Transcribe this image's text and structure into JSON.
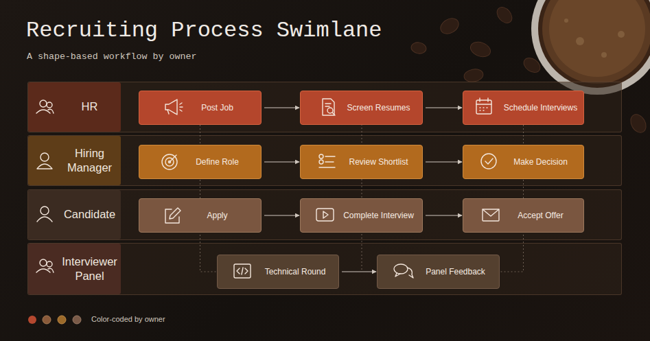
{
  "diagram": {
    "title": "Recruiting Process Swimlane",
    "caption": "A shape-based workflow by owner",
    "nodes": [
      {
        "text": [
          "HR"
        ]
      },
      {
        "text": [
          "Post Job"
        ],
        "in": 0
      },
      {
        "text": [
          "Screen Resumes"
        ],
        "in": 0
      },
      {
        "text": [
          "Schedule Interviews"
        ],
        "in": 0
      },
      {
        "text": [
          "Hiring Manager"
        ]
      },
      {
        "text": [
          "Define Role"
        ],
        "in": 4
      },
      {
        "text": [
          "Review Shortlist"
        ],
        "in": 4
      },
      {
        "text": [
          "Make Decision"
        ],
        "in": 4
      },
      {
        "text": [
          "Candidate"
        ]
      },
      {
        "text": [
          "Apply"
        ],
        "in": 8
      },
      {
        "text": [
          "Complete Interview"
        ],
        "in": 8
      },
      {
        "text": [
          "Accept Offer"
        ],
        "in": 8
      },
      {
        "text": [
          "Interviewer Panel"
        ]
      },
      {
        "text": [
          "Technical Round"
        ],
        "in": 12
      },
      {
        "text": [
          "Panel Feedback"
        ],
        "in": 12
      }
    ],
    "edges": [
      {
        "from": 1,
        "to": 2,
        "arrow": "to"
      },
      {
        "from": 2,
        "to": 3,
        "arrow": "to"
      },
      {
        "from": 5,
        "to": 6,
        "arrow": "to"
      },
      {
        "from": 6,
        "to": 7,
        "arrow": "to"
      },
      {
        "from": 9,
        "to": 10,
        "arrow": "to"
      },
      {
        "from": 10,
        "to": 11,
        "arrow": "to"
      },
      {
        "from": 13,
        "to": 14,
        "arrow": "to"
      },
      {
        "from": 1,
        "to": 13,
        "arrow": "none"
      },
      {
        "from": 3,
        "to": 14,
        "arrow": "none"
      }
    ],
    "legend": [
      {
        "text": "Color-coded by owner",
        "color": "#b5482f"
      }
    ]
  }
}
